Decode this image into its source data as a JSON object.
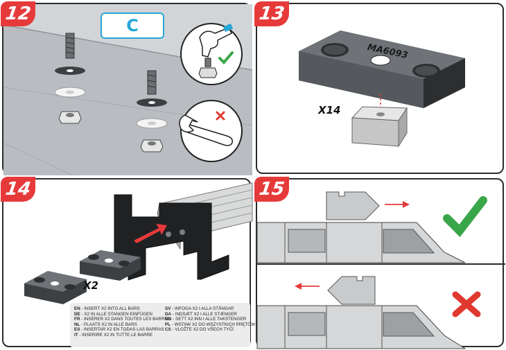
{
  "steps": [
    {
      "number": "12",
      "option_label": "C"
    },
    {
      "number": "13",
      "part_code": "MA6093",
      "quantity": "X14"
    },
    {
      "number": "14",
      "quantity": "X2"
    },
    {
      "number": "15"
    }
  ],
  "instructions": [
    {
      "lang": "EN",
      "text": " - INSERT X2 INTO ALL BARS"
    },
    {
      "lang": "DE",
      "text": " - X2 IN ALLE STANGEN EINFÜGEN"
    },
    {
      "lang": "FR",
      "text": " - INSÉRER X2 DANS TOUTES LES BARRES"
    },
    {
      "lang": "NL",
      "text": " - PLAATS X2 IN ALLE BARS"
    },
    {
      "lang": "ES",
      "text": " - INSERTAR X2 EN TODAS LAS BARRAS"
    },
    {
      "lang": "IT",
      "text": " - INSERIRE X2 IN TUTTE LE BARRE"
    },
    {
      "lang": "SV",
      "text": " - INFOGA X2 I ALLA STÅNGAR"
    },
    {
      "lang": "DA",
      "text": " - INDSÆT X2 I ALLE STÆNGER"
    },
    {
      "lang": "NO",
      "text": " - SETT X2 INN I ALLE TAKSTENGER"
    },
    {
      "lang": "PL",
      "text": " - WSTAW X2 DO WSZYSTKICH PRĘTÓW"
    },
    {
      "lang": "CS",
      "text": " - VLOŽTE X2 DO VŠECH TYČÍ"
    }
  ],
  "colors": {
    "accent_red": "#e63a3a",
    "accent_blue": "#26a6d9",
    "check_green": "#3aa64a",
    "cross_red": "#e0392f"
  },
  "icons": [
    "hand-tighten-icon",
    "check-icon",
    "wrench-icon",
    "cross-icon",
    "arrow-right-icon",
    "arrow-left-icon"
  ]
}
